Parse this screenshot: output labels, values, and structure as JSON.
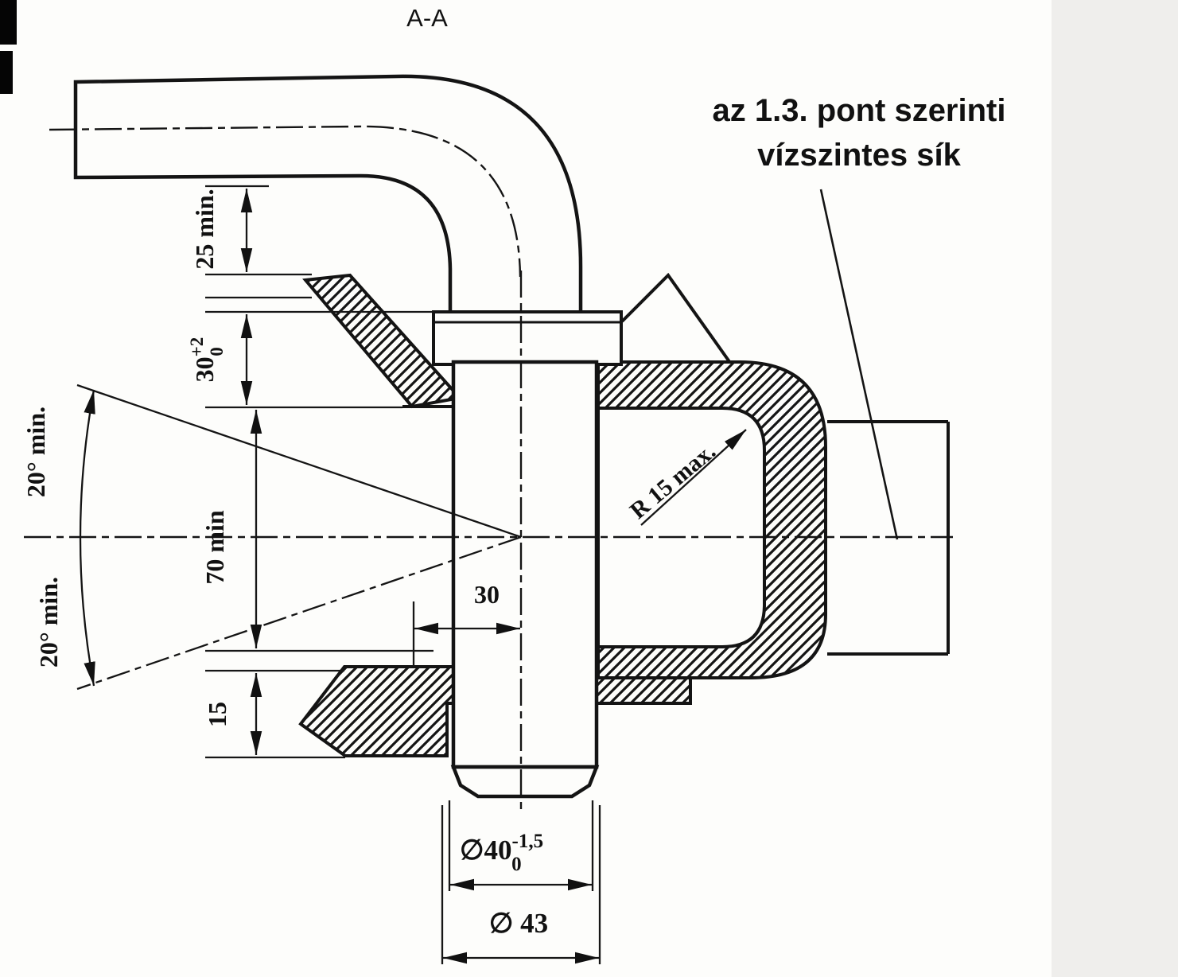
{
  "section_label": "A-A",
  "annotation": {
    "line1": "az 1.3. pont szerinti",
    "line2": "vízszintes sík"
  },
  "dims": {
    "clearance_top": "25 min.",
    "neck_height": "30",
    "neck_height_sup": "+2",
    "neck_height_sub": "0",
    "angle_upper": "20° min.",
    "angle_lower": "20° min.",
    "mouth_height": "70 min",
    "pin_offset": "30",
    "lip_height": "15",
    "corner_radius": "R 15 max.",
    "pin_diameter": "∅40",
    "pin_diameter_sup": "-1,5",
    "pin_diameter_sub": "0",
    "hole_diameter": "∅ 43"
  },
  "colors": {
    "ink": "#111111",
    "paper": "#fdfdfb"
  }
}
